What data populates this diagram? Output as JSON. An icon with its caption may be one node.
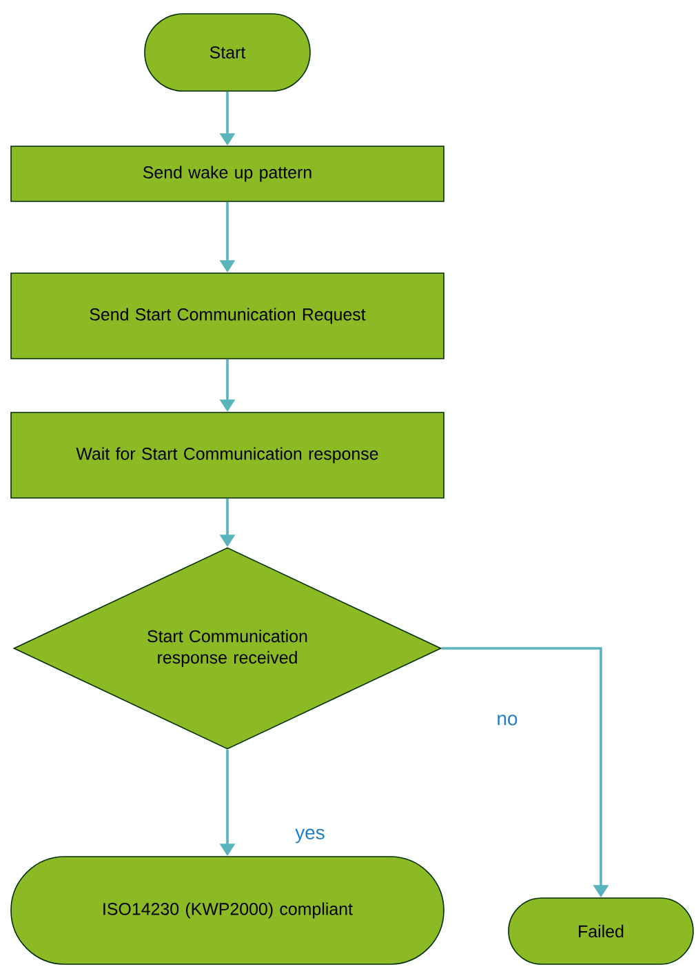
{
  "diagram": {
    "nodes": [
      {
        "text": [
          "Start"
        ]
      },
      {
        "text": [
          "Send wake up pattern"
        ]
      },
      {
        "text": [
          "Send Start Communication Request"
        ]
      },
      {
        "text": [
          "Wait for Start Communication response"
        ]
      },
      {
        "text": [
          "Start Communication response received"
        ]
      },
      {
        "text": [
          "ISO14230 (KWP2000) compliant"
        ]
      },
      {
        "text": [
          "Failed"
        ]
      }
    ],
    "edges": [
      {
        "from": 0,
        "to": 1,
        "arrow": "to"
      },
      {
        "from": 1,
        "to": 2,
        "arrow": "to"
      },
      {
        "from": 2,
        "to": 3,
        "arrow": "to"
      },
      {
        "from": 3,
        "to": 4,
        "arrow": "to"
      },
      {
        "from": 4,
        "to": 5,
        "arrow": "to",
        "label": "yes"
      },
      {
        "from": 4,
        "to": 6,
        "arrow": "to",
        "label": "no"
      }
    ]
  }
}
